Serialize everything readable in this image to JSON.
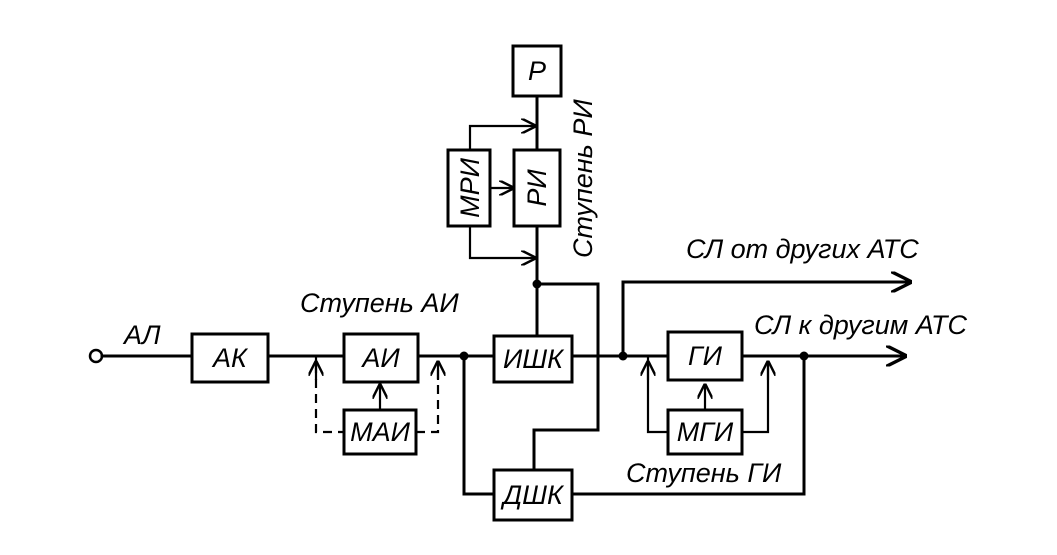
{
  "blocks": {
    "ak": "АК",
    "ai": "АИ",
    "mai": "МАИ",
    "ishk": "ИШК",
    "dshk": "ДШК",
    "gi": "ГИ",
    "mgi": "МГИ",
    "ri": "РИ",
    "mri": "МРИ",
    "r": "Р"
  },
  "labels": {
    "al": "АЛ",
    "stage_ai": "Ступень АИ",
    "stage_ri": "Ступень РИ",
    "stage_gi": "Ступень ГИ",
    "sl_from": "СЛ от других АТС",
    "sl_to": "СЛ к другим АТС"
  }
}
